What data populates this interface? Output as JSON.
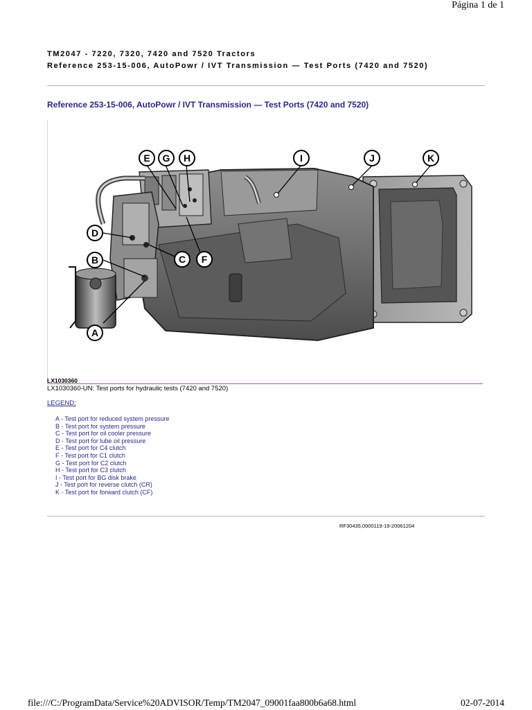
{
  "header": {
    "page_number": "Página 1 de 1",
    "title_line1": "TM2047 - 7220, 7320, 7420 and 7520 Tractors",
    "title_line2": "Reference 253-15-006, AutoPowr /  IVT Transmission — Test Ports (7420 and 7520)"
  },
  "section": {
    "title": "Reference 253-15-006, AutoPowr / IVT Transmission — Test Ports (7420 and 7520)"
  },
  "figure": {
    "id": "LX1030360",
    "caption": "LX1030360-UN: Test ports for hydraulic tests (7420 and 7520)",
    "callouts": [
      "A",
      "B",
      "C",
      "D",
      "E",
      "F",
      "G",
      "H",
      "I",
      "J",
      "K"
    ]
  },
  "legend": {
    "title": "LEGEND:",
    "items": [
      "A - Test port for reduced system pressure",
      "B - Test port for system pressure",
      "C - Test port for oil cooler pressure",
      "D - Test port for lube oil pressure",
      "E - Test port for C4 clutch",
      "F - Test port for C1 clutch",
      "G - Test port for C2 clutch",
      "H - Test port for C3 clutch",
      "I - Test port for BG disk brake",
      "J - Test port for reverse clutch (CR)",
      "K - Test port for forward clutch (CF)"
    ]
  },
  "reference_code": "RF30435,0000119-19-20061204",
  "footer": {
    "path": "file:///C:/ProgramData/Service%20ADVISOR/Temp/TM2047_09001faa800b6a68.html",
    "date": "02-07-2014"
  },
  "colors": {
    "link_blue": "#27278e",
    "rule_gray": "#b4b4b4",
    "figure_border": "#8a6a9c"
  }
}
